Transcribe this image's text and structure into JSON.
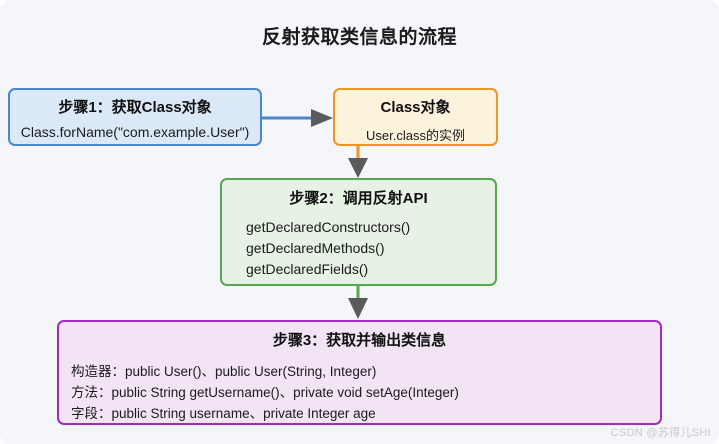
{
  "title": "反射获取类信息的流程",
  "nodes": {
    "step1": {
      "title": "步骤1：获取Class对象",
      "line1": "Class.forName(\"com.example.User\")",
      "fill": "#dbe8f7",
      "stroke": "#4a86c8"
    },
    "class_object": {
      "title": "Class对象",
      "line1": "User.class的实例",
      "fill": "#fdf3dd",
      "stroke": "#f09422"
    },
    "step2": {
      "title": "步骤2：调用反射API",
      "lines": [
        "getDeclaredConstructors()",
        "getDeclaredMethods()",
        "getDeclaredFields()"
      ],
      "fill": "#e6f3e4",
      "stroke": "#55a84d"
    },
    "step3": {
      "title": "步骤3：获取并输出类信息",
      "lines": [
        "构造器：public User()、public User(String, Integer)",
        "方法：public String getUsername()、private void setAge(Integer)",
        "字段：public String username、private Integer age"
      ],
      "fill": "#f2e4f5",
      "stroke": "#a22bc0"
    }
  },
  "arrows": {
    "step1_to_class": {
      "color": "#4a86c8",
      "head_color": "#5a5a5a",
      "direction": "right"
    },
    "class_to_step2": {
      "color": "#f09422",
      "head_color": "#5a5a5a",
      "direction": "down"
    },
    "step2_to_step3": {
      "color": "#55a84d",
      "head_color": "#5a5a5a",
      "direction": "down"
    }
  },
  "watermark": "CSDN @苏得儿SHI",
  "background": "#f5f6f9"
}
